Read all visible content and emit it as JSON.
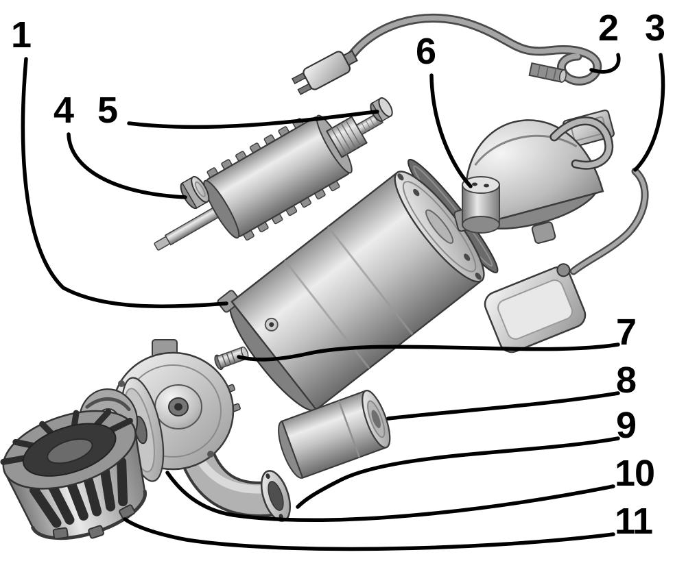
{
  "diagram": {
    "callouts": [
      {
        "label": "1"
      },
      {
        "label": "2"
      },
      {
        "label": "3"
      },
      {
        "label": "4"
      },
      {
        "label": "5"
      },
      {
        "label": "6"
      },
      {
        "label": "7"
      },
      {
        "label": "8"
      },
      {
        "label": "9"
      },
      {
        "label": "10"
      },
      {
        "label": "11"
      }
    ],
    "colors": {
      "background": "#ffffff",
      "leader_line": "#000000",
      "metal_light": "#ececec",
      "metal_mid": "#b0b0b0",
      "metal_dark": "#5f5f5f"
    }
  }
}
